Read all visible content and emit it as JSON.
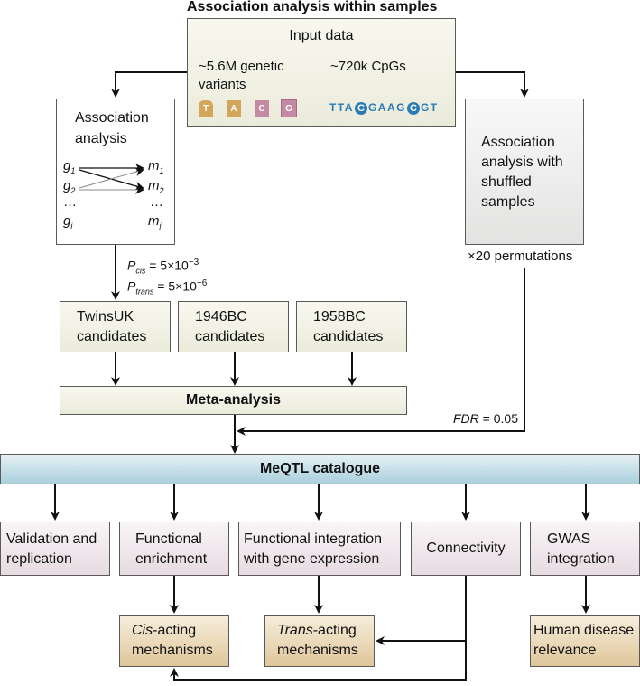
{
  "title": "Association analysis within samples",
  "input_data": {
    "heading": "Input data",
    "variants_line1": "~5.6M genetic",
    "variants_line2": "variants",
    "cpgs": "~720k CpGs",
    "nucleotides": [
      "T",
      "A",
      "C",
      "G"
    ],
    "sequence": {
      "pre": "TTA",
      "m1": "C",
      "mid": "GAAG",
      "m2": "C",
      "post": "GT"
    }
  },
  "association_box": {
    "line1": "Association",
    "line2": "analysis",
    "genes": [
      "g",
      "g",
      "…",
      "g"
    ],
    "gene_subs": [
      "1",
      "2",
      "",
      "i"
    ],
    "methyl": [
      "m",
      "m",
      "…",
      "m"
    ],
    "methyl_subs": [
      "1",
      "2",
      "",
      "j"
    ]
  },
  "thresholds": {
    "p_cis_sub": "cis",
    "p_cis_value": " = 5×10",
    "p_cis_exp": "−3",
    "p_trans_sub": "trans",
    "p_trans_value": " = 5×10",
    "p_trans_exp": "−6"
  },
  "shuffled_box": {
    "lines": [
      "Association",
      "analysis with",
      "shuffled",
      "samples"
    ],
    "permutations": "×20 permutations"
  },
  "cohorts": [
    {
      "line1": "TwinsUK",
      "line2": "candidates"
    },
    {
      "line1": "1946BC",
      "line2": "candidates"
    },
    {
      "line1": "1958BC",
      "line2": "candidates"
    }
  ],
  "meta_analysis": "Meta-analysis",
  "fdr": {
    "label": "FDR",
    "value": " = 0.05"
  },
  "catalogue": "MeQTL catalogue",
  "downstream": [
    {
      "line1": "Validation and",
      "line2": "replication"
    },
    {
      "line1": "Functional",
      "line2": "enrichment"
    },
    {
      "line1": "Functional integration",
      "line2": "with gene expression"
    },
    {
      "line1": "Connectivity",
      "line2": ""
    },
    {
      "line1": "GWAS",
      "line2": "integration"
    }
  ],
  "outcomes": {
    "cis": {
      "italic": "Cis",
      "rest": "-acting",
      "line2": "mechanisms"
    },
    "trans": {
      "italic": "Trans",
      "rest": "-acting",
      "line2": "mechanisms"
    },
    "disease": {
      "line1": "Human disease",
      "line2": "relevance"
    }
  },
  "colors": {
    "input_fill": "#f0f0e4",
    "catalogue_fill": "#c4e0e8",
    "downstream_fill": "#efe6ea",
    "outcome_fill": "#ecdcbc",
    "nucleotide_tan": "#d4a659",
    "nucleotide_pink": "#c58aa3",
    "cpg_blue": "#2a7ab3"
  }
}
